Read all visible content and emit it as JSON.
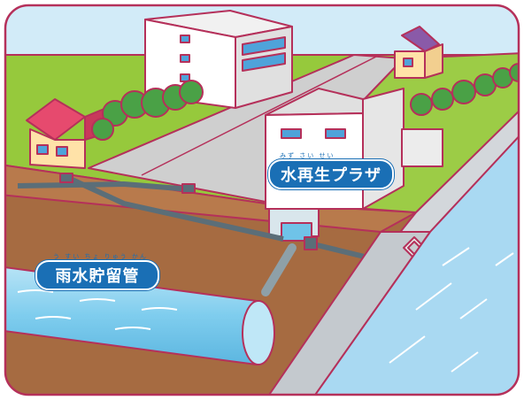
{
  "labels": {
    "facility": {
      "text": "水再生プラザ",
      "ruby": "みず さい せい"
    },
    "pipe": {
      "text": "雨水貯留管",
      "ruby": "う すい ちょ りゅう かん"
    }
  },
  "colors": {
    "outline": "#b5305a",
    "sky": "#d2ebf8",
    "grass": "#96c93c",
    "soil": "#a66b41",
    "soil_dark": "#8c5632",
    "road": "#c8c8c8",
    "river": "#a9d9f2",
    "pipe_water": "#6fc3e8",
    "label_bg": "#1a6fb5",
    "tree": "#4aa146",
    "roof_red": "#e64a6e",
    "roof_purple": "#8a5aa8",
    "house_wall": "#ffe2a8"
  },
  "icons": [
    "house-icon",
    "building-icon",
    "tree-icon",
    "manhole-icon"
  ]
}
